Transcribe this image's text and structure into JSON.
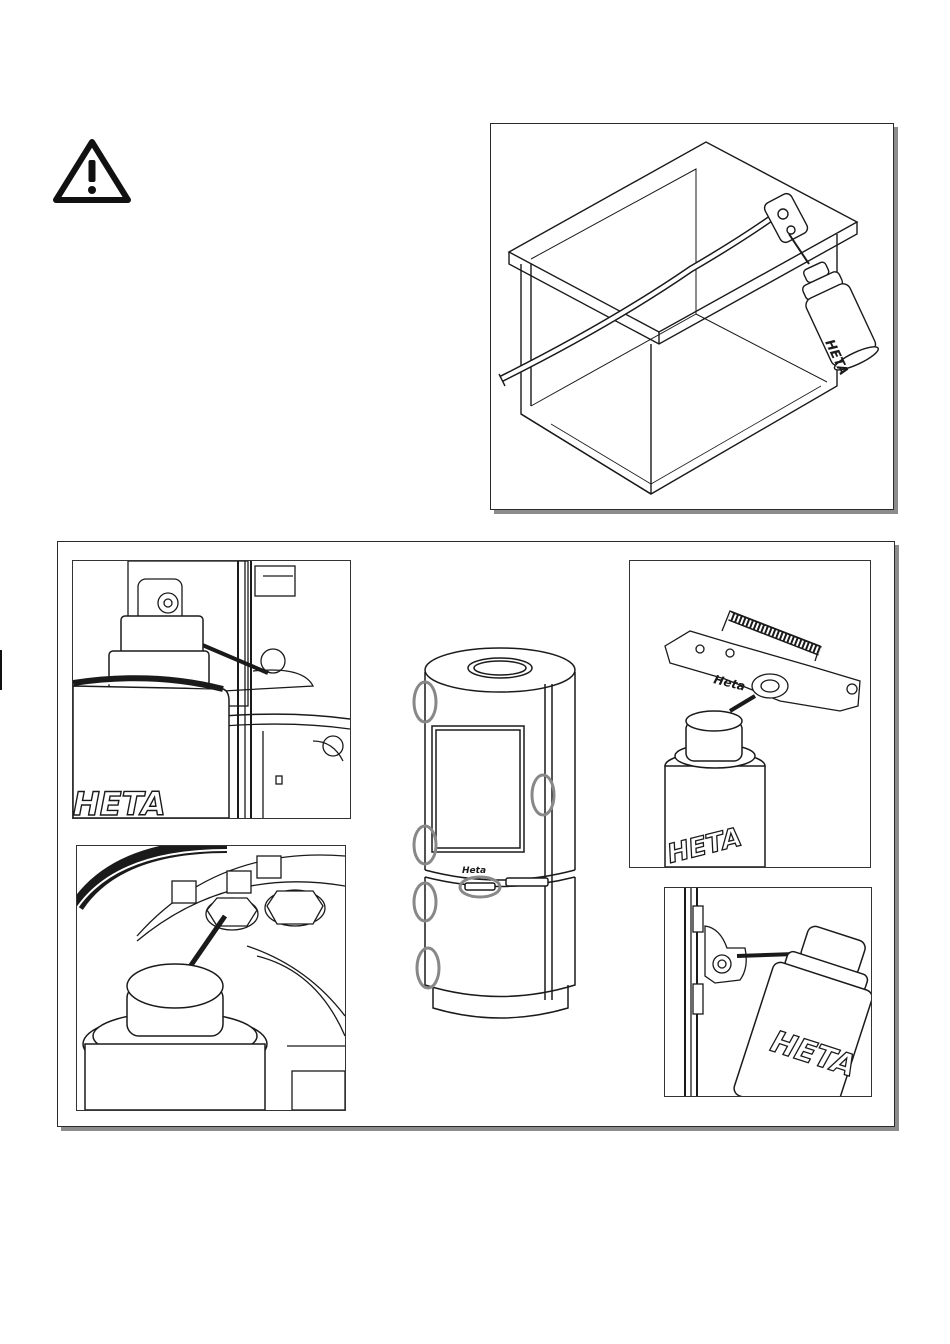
{
  "warning": {
    "icon": "warning-triangle-icon"
  },
  "top_figure": {
    "can_label": "HETA"
  },
  "bottom_figure": {
    "panel_top_left": {
      "can_label": "HETA"
    },
    "panel_bottom_left": {
      "can_label": ""
    },
    "stove": {
      "brand_label": "Heta"
    },
    "panel_top_right": {
      "arm_label": "Heta",
      "can_label": "HETA"
    },
    "panel_bottom_right": {
      "can_label": "HETA"
    }
  },
  "colors": {
    "line": "#1a1a1a",
    "shadow": "#8c8c8c",
    "highlight": "#888888"
  }
}
